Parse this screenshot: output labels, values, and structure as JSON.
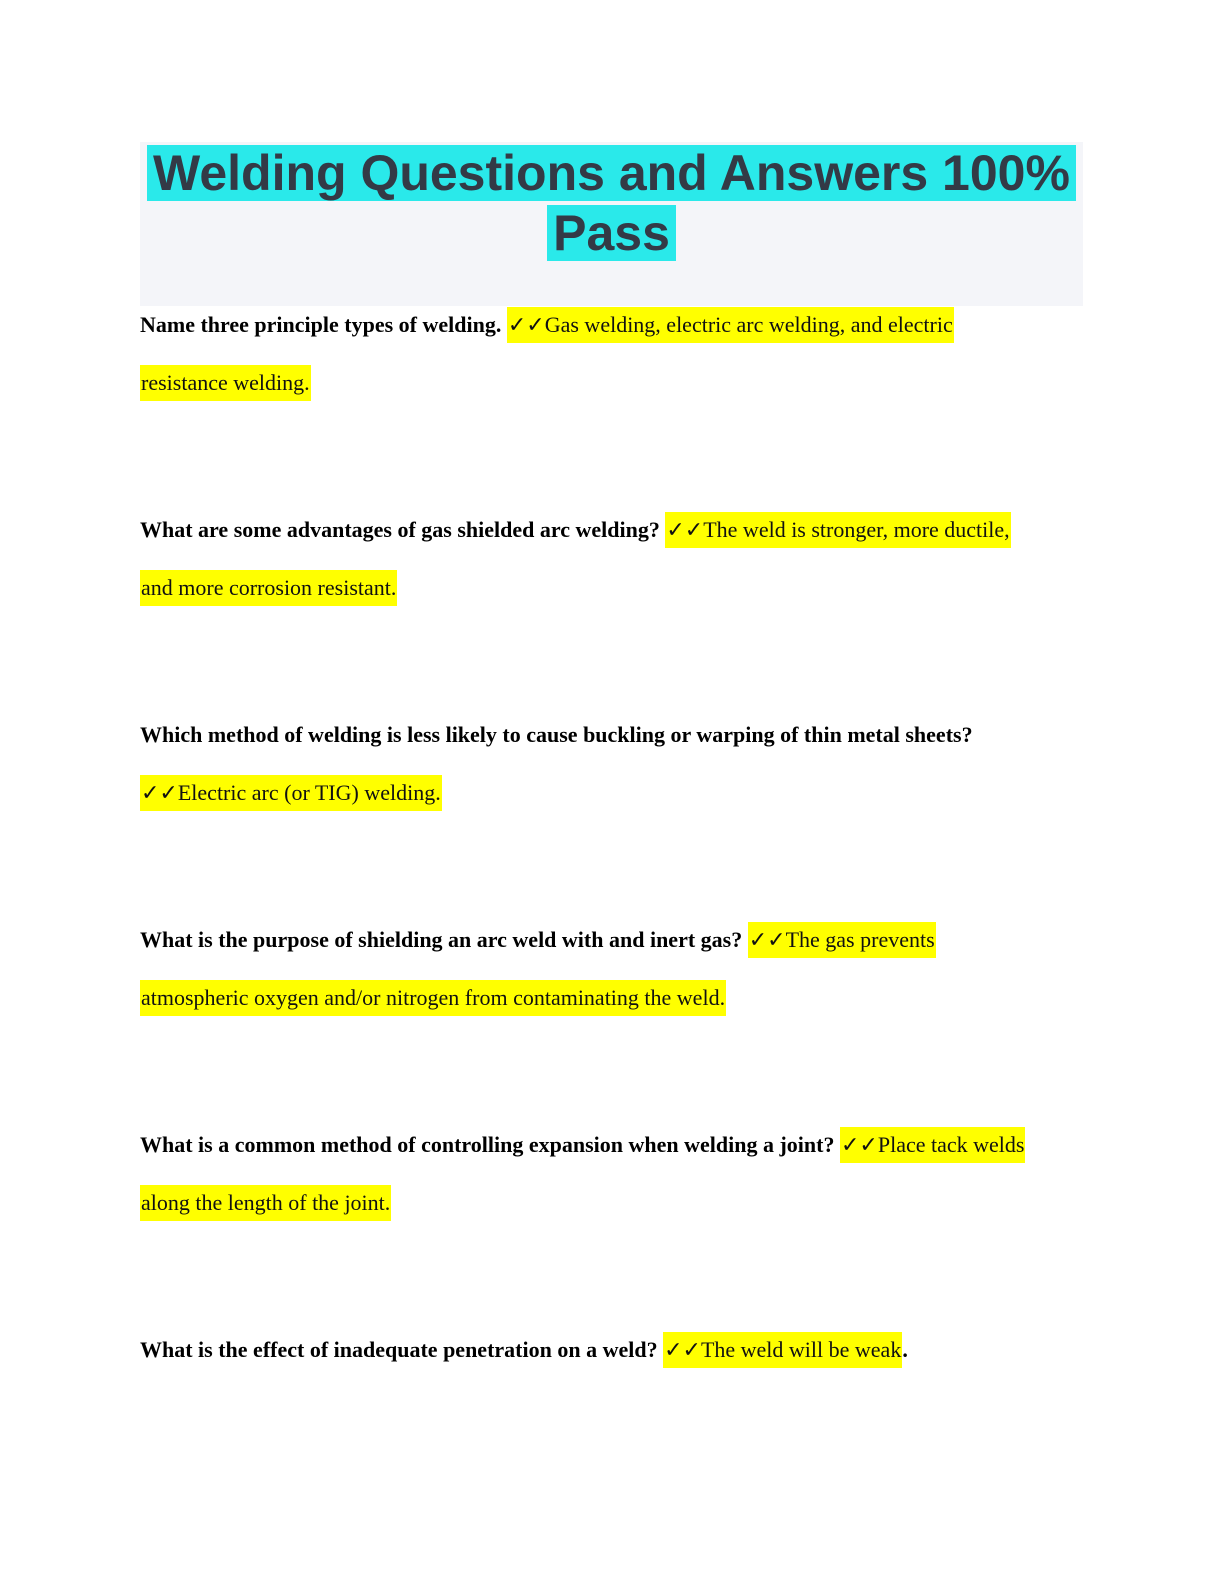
{
  "header": {
    "title_line1": "Welding Questions and Answers 100%",
    "title_line2": "Pass",
    "band_bg": "#f4f5f9",
    "highlight_color": "#2ae9ea",
    "text_color": "#333a46"
  },
  "content": {
    "question_color": "#000000",
    "answer_color": "#111111",
    "answer_highlight_color": "#ffff00",
    "checkmark_glyphs": "✓✓",
    "blocks": [
      {
        "lines": [
          [
            {
              "t": "Name three principle types of welding. ",
              "s": "q"
            },
            {
              "t": "✓✓Gas welding, electric arc welding, and electric",
              "s": "a"
            }
          ],
          [
            {
              "t": "resistance welding.",
              "s": "a"
            }
          ]
        ]
      },
      {
        "lines": [
          [
            {
              "t": "What are some advantages of gas shielded arc welding? ",
              "s": "q"
            },
            {
              "t": "✓✓The weld is stronger, more ductile,",
              "s": "a"
            }
          ],
          [
            {
              "t": "and more corrosion resistant.",
              "s": "a"
            }
          ]
        ]
      },
      {
        "lines": [
          [
            {
              "t": "Which method of welding is less likely to cause buckling or warping of thin metal sheets?",
              "s": "q"
            }
          ],
          [
            {
              "t": "✓✓Electric arc (or TIG) welding.",
              "s": "a"
            }
          ]
        ]
      },
      {
        "lines": [
          [
            {
              "t": "What is the purpose of shielding an arc weld with and inert gas? ",
              "s": "q"
            },
            {
              "t": "✓✓The gas prevents",
              "s": "a"
            }
          ],
          [
            {
              "t": "atmospheric oxygen and/or nitrogen from contaminating the weld.",
              "s": "a"
            }
          ]
        ]
      },
      {
        "lines": [
          [
            {
              "t": "What is a common method of controlling expansion when welding a joint? ",
              "s": "q"
            },
            {
              "t": "✓✓Place tack welds",
              "s": "a"
            }
          ],
          [
            {
              "t": "along the length of the joint.",
              "s": "a"
            }
          ]
        ]
      },
      {
        "lines": [
          [
            {
              "t": "What is the effect of inadequate penetration on a weld? ",
              "s": "q"
            },
            {
              "t": "✓✓The weld will be weak",
              "s": "a"
            },
            {
              "t": ".",
              "s": "q"
            }
          ]
        ]
      }
    ]
  }
}
